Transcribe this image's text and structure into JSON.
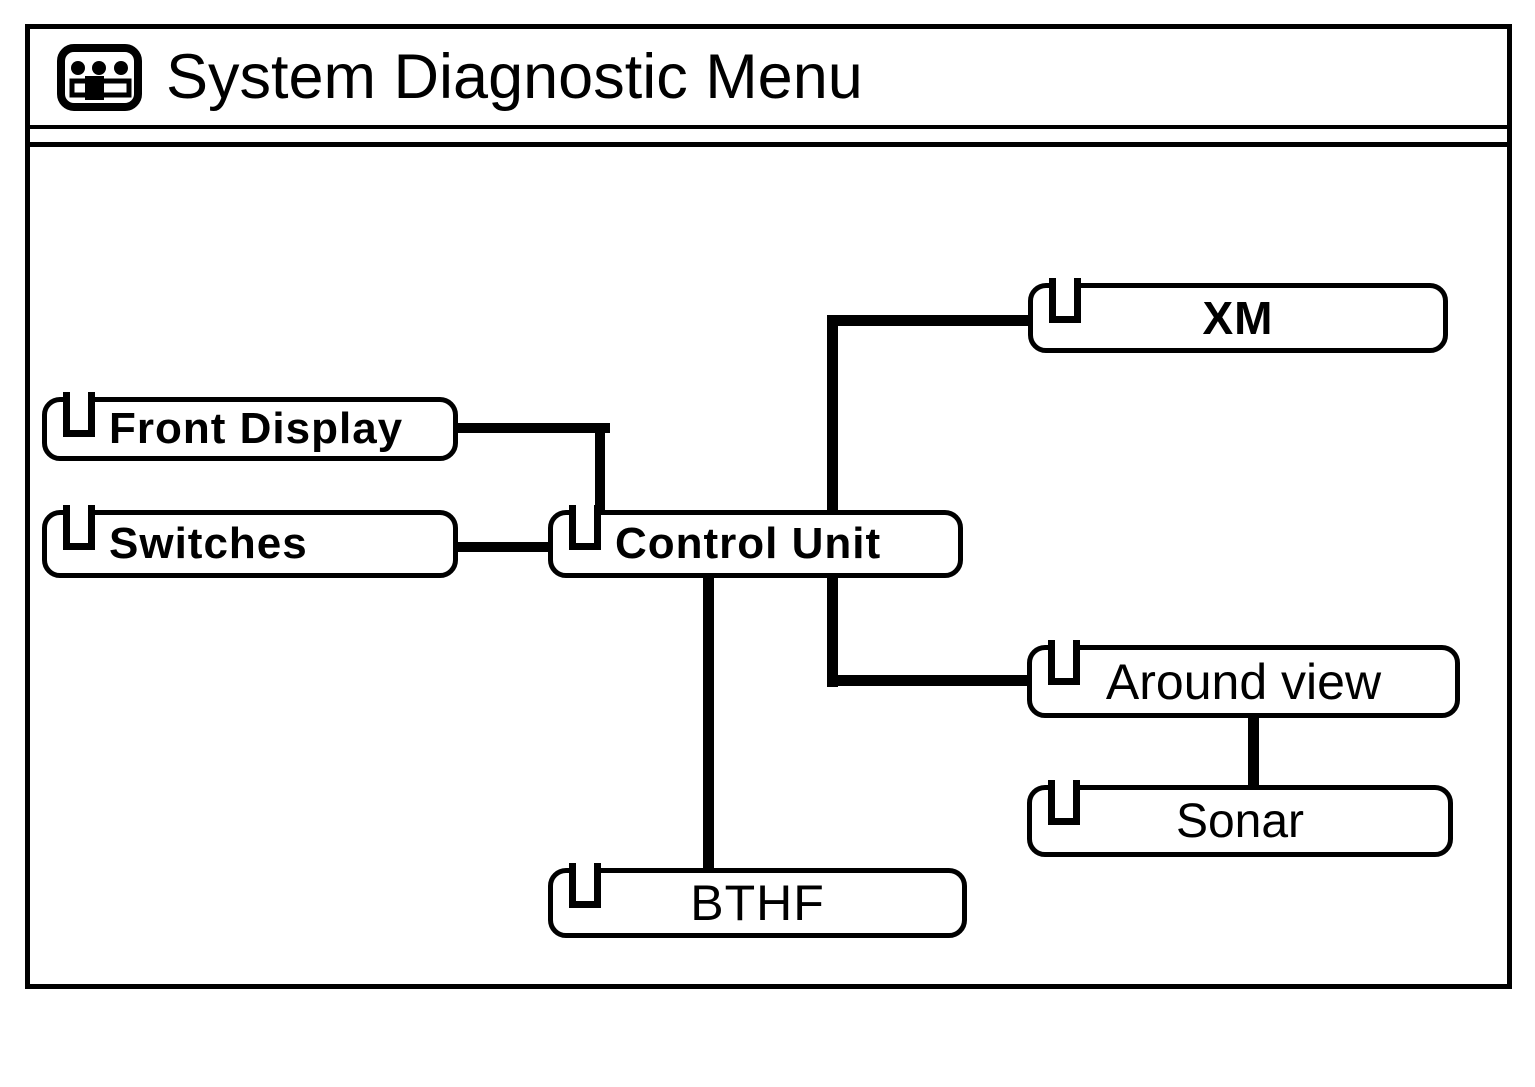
{
  "window": {
    "title": "System Diagnostic Menu",
    "title_icon": "control-panel-icon"
  },
  "colors": {
    "foreground": "#000000",
    "background": "#ffffff"
  },
  "diagram": {
    "node_icon": "screen-tab-icon",
    "nodes": [
      {
        "id": "front-display",
        "label": "Front Display"
      },
      {
        "id": "switches",
        "label": "Switches"
      },
      {
        "id": "control-unit",
        "label": "Control Unit"
      },
      {
        "id": "xm",
        "label": "XM"
      },
      {
        "id": "around-view",
        "label": "Around view"
      },
      {
        "id": "sonar",
        "label": "Sonar"
      },
      {
        "id": "bthf",
        "label": "BTHF"
      }
    ],
    "connections": [
      {
        "from": "front-display",
        "to": "control-unit"
      },
      {
        "from": "switches",
        "to": "control-unit"
      },
      {
        "from": "control-unit",
        "to": "xm"
      },
      {
        "from": "control-unit",
        "to": "around-view"
      },
      {
        "from": "around-view",
        "to": "sonar"
      },
      {
        "from": "control-unit",
        "to": "bthf"
      }
    ]
  }
}
